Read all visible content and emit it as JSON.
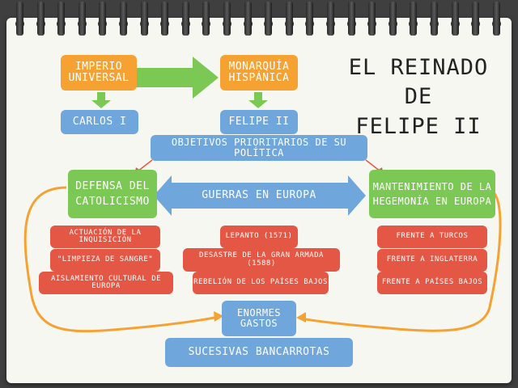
{
  "title": {
    "line1": "EL REINADO DE",
    "line2": "FELIPE II"
  },
  "nodes": {
    "imperio": "IMPERIO UNIVERSAL",
    "monarquia": "MONARQUÍA HISPÁNICA",
    "carlos": "CARLOS I",
    "felipe": "FELIPE II",
    "objetivos": "OBJETIVOS PRIORITARIOS DE SU POLÍTICA",
    "defensa": "DEFENSA DEL CATOLICISMO",
    "guerras": "GUERRAS EN EUROPA",
    "mantenimiento": "MANTENIMIENTO DE LA HEGEMONÍA EN EUROPA",
    "gastos": "ENORMES GASTOS",
    "bancarrotas": "SUCESIVAS BANCARROTAS"
  },
  "left_items": [
    "ACTUACIÓN DE LA INQUISICIÓN",
    "\"LIMPIEZA DE SANGRE\"",
    "AISLAMIENTO CULTURAL DE EUROPA"
  ],
  "center_items": [
    "LEPANTO (1571)",
    "DESASTRE DE LA GRAN ARMADA (1588)",
    "REBELIÓN DE LOS PAÍSES BAJOS"
  ],
  "right_items": [
    "FRENTE A TURCOS",
    "FRENTE A INGLATERRA",
    "FRENTE A PAÍSES BAJOS"
  ],
  "colors": {
    "orange": "#f5a233",
    "blue": "#6fa6dc",
    "green": "#7cc855",
    "red": "#e35744",
    "loop": "#f5a233"
  }
}
